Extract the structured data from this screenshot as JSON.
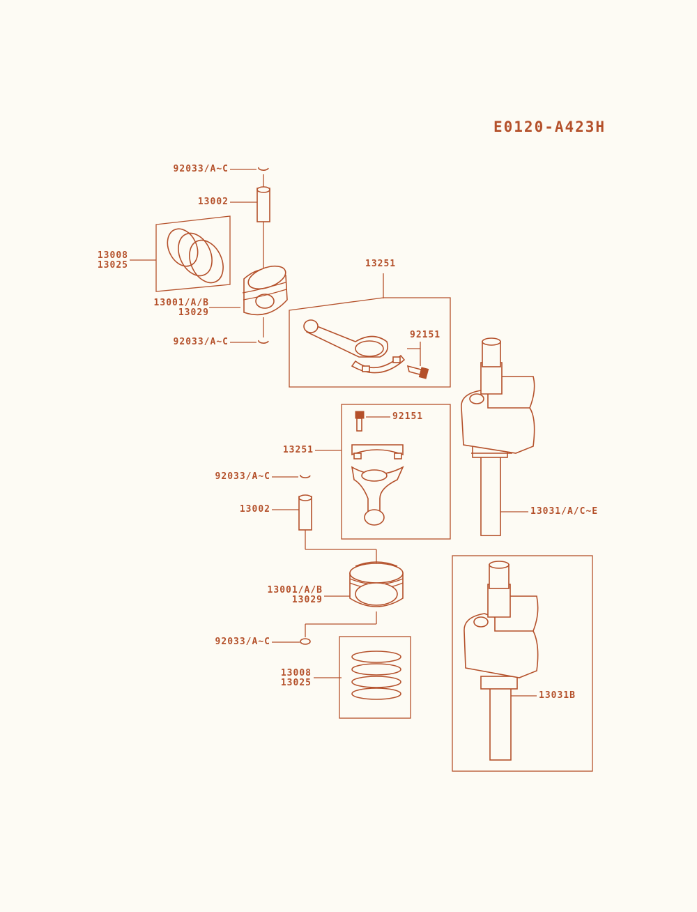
{
  "diagram_code": "E0120-A423H",
  "callouts": {
    "circlip_top_1": "92033/A~C",
    "pin_1": "13002",
    "rings_1_a": "13008",
    "rings_1_b": "13025",
    "piston_1_a": "13001/A/B",
    "piston_1_b": "13029",
    "circlip_bottom_1": "92033/A~C",
    "conrod_1": "13251",
    "bolt_1": "92151",
    "bolt_2": "92151",
    "conrod_2": "13251",
    "circlip_top_2": "92033/A~C",
    "pin_2": "13002",
    "piston_2_a": "13001/A/B",
    "piston_2_b": "13029",
    "circlip_bottom_2": "92033/A~C",
    "rings_2_a": "13008",
    "rings_2_b": "13025",
    "crankshaft_1": "13031/A/C~E",
    "crankshaft_2": "13031B"
  },
  "colors": {
    "ink": "#b4502a",
    "paper": "#fdfbf4"
  }
}
